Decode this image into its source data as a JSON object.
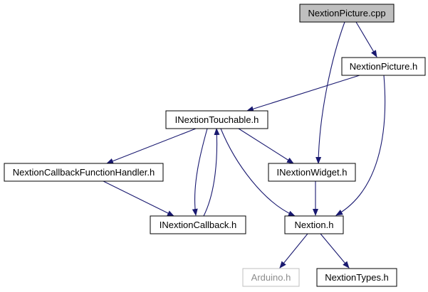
{
  "colors": {
    "edge": "#191970",
    "root_fill": "#bfbfbf",
    "node_border": "#000000",
    "external_border": "#bfbfbf",
    "external_text": "#8c8c8c"
  },
  "nodes": {
    "nextion_picture_cpp": "NextionPicture.cpp",
    "nextion_picture_h": "NextionPicture.h",
    "inextion_touchable_h": "INextionTouchable.h",
    "nextion_callback_function_handler_h": "NextionCallbackFunctionHandler.h",
    "inextion_widget_h": "INextionWidget.h",
    "inextion_callback_h": "INextionCallback.h",
    "nextion_h": "Nextion.h",
    "arduino_h": "Arduino.h",
    "nextion_types_h": "NextionTypes.h"
  },
  "edges": [
    [
      "nextion_picture_cpp",
      "nextion_picture_h"
    ],
    [
      "nextion_picture_cpp",
      "inextion_widget_h"
    ],
    [
      "nextion_picture_h",
      "inextion_touchable_h"
    ],
    [
      "nextion_picture_h",
      "nextion_h"
    ],
    [
      "inextion_touchable_h",
      "nextion_callback_function_handler_h"
    ],
    [
      "inextion_touchable_h",
      "inextion_widget_h"
    ],
    [
      "inextion_touchable_h",
      "inextion_callback_h"
    ],
    [
      "inextion_touchable_h",
      "nextion_h"
    ],
    [
      "inextion_callback_h",
      "inextion_touchable_h"
    ],
    [
      "nextion_callback_function_handler_h",
      "inextion_callback_h"
    ],
    [
      "inextion_widget_h",
      "nextion_h"
    ],
    [
      "nextion_h",
      "arduino_h"
    ],
    [
      "nextion_h",
      "nextion_types_h"
    ]
  ]
}
